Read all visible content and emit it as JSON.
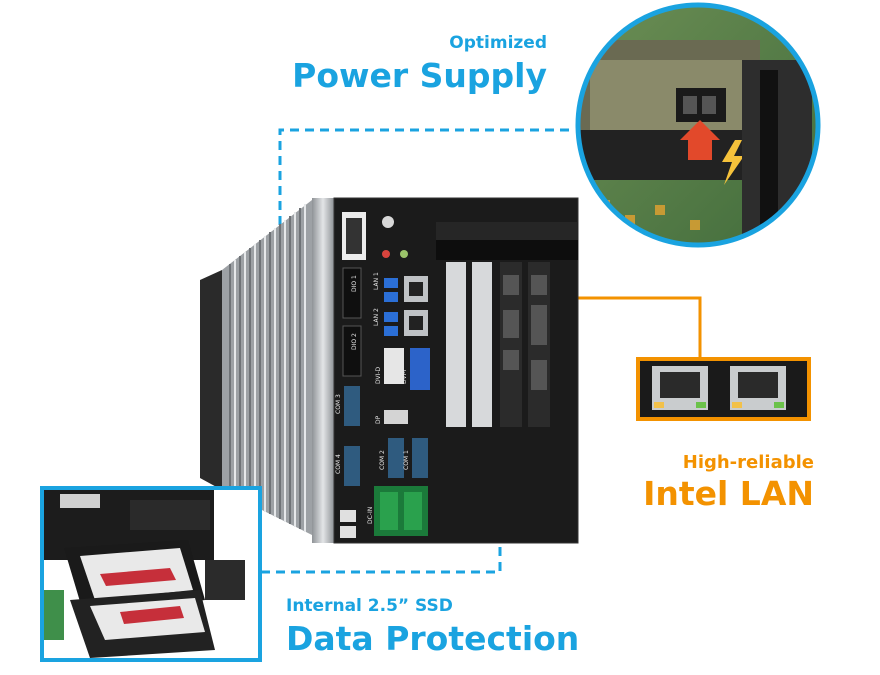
{
  "features": {
    "power": {
      "subtitle": "Optimized",
      "title": "Power Supply"
    },
    "lan": {
      "subtitle": "High-reliable",
      "title": "Intel LAN"
    },
    "ssd": {
      "subtitle": "Internal 2.5” SSD",
      "title": "Data Protection"
    }
  },
  "port_labels": {
    "dio1": "DIO 1",
    "dio2": "DIO 2",
    "com1": "COM 1",
    "com2": "COM 2",
    "com3": "COM 3",
    "com4": "COM 4",
    "lan1": "LAN 1",
    "lan2": "LAN 2",
    "dvid": "DVI-D",
    "dvii": "DVI-I",
    "dp": "DP",
    "dcin": "DC-IN"
  },
  "colors": {
    "blue_accent": "#1aa3e0",
    "orange_accent": "#f39200",
    "chassis_black": "#1a1a1a",
    "heatsink_gray": "#b9bcbf"
  }
}
